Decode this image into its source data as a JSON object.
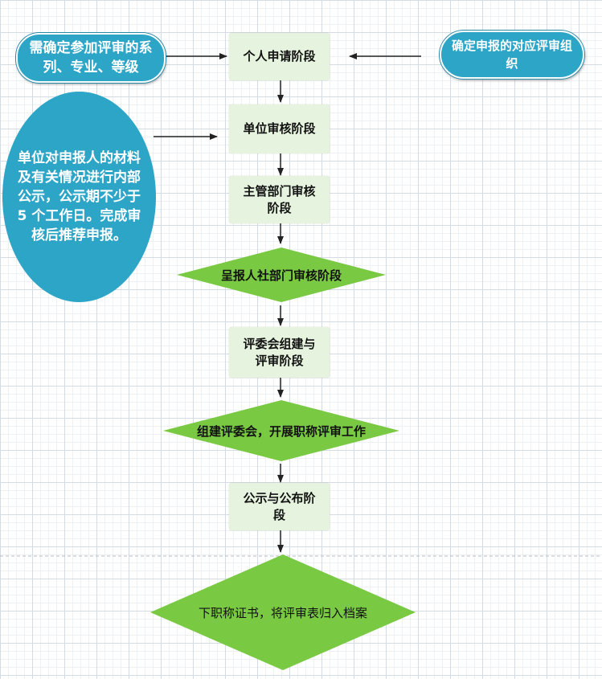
{
  "colors": {
    "node_fill": "#e6f4df",
    "diamond_fill": "#7ac943",
    "note_fill": "#2da5c7",
    "arrow": "#222222"
  },
  "side_notes": {
    "left_top": "需确定参加评审的系列、专业、等级",
    "right_top": "确定申报的对应评审组织",
    "left_circle": "单位对申报人的材料及有关情况进行内部公示，公示期不少于 5 个工作日。完成审核后推荐申报。"
  },
  "steps": {
    "s1": "个人申请阶段",
    "s2": "单位审核阶段",
    "s3": "主管部门审核阶段",
    "s4": "呈报人社部门审核阶段",
    "s5": "评委会组建与评审阶段",
    "s6": "组建评委会，开展职称评审工作",
    "s7": "公示与公布阶段",
    "s8": "下职称证书，将评审表归入档案"
  }
}
